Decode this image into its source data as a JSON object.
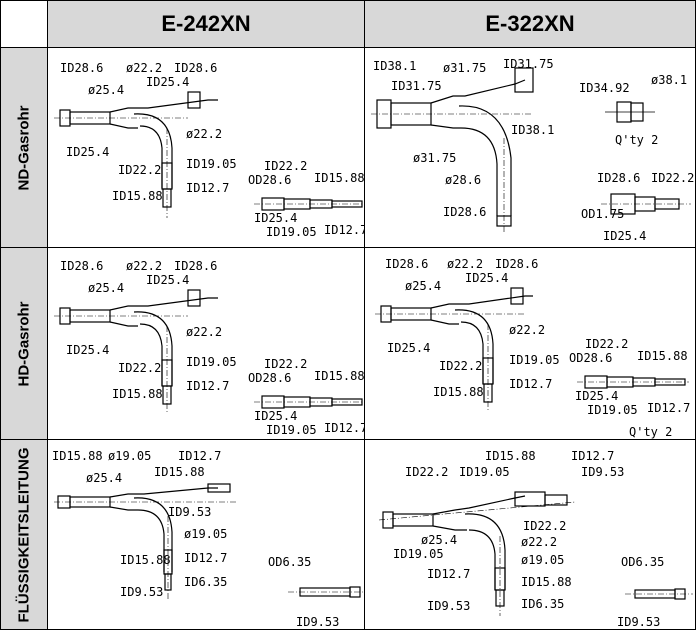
{
  "header": {
    "col1": "E-242XN",
    "col2": "E-322XN"
  },
  "rows": {
    "nd": "ND-Gasrohr",
    "hd": "HD-Gasrohr",
    "fl": "FLÜSSIGKEITSLEITUNG"
  },
  "nd242": {
    "a": "ID28.6",
    "b": "ø22.2",
    "c": "ID28.6",
    "d": "ID25.4",
    "e": "ø25.4",
    "f": "ID25.4",
    "g": "ø22.2",
    "h": "ID22.2",
    "i": "ID19.05",
    "j": "ID15.88",
    "k": "ID12.7",
    "r1": "ID22.2",
    "r2": "OD28.6",
    "r3": "ID15.88",
    "r4": "ID25.4",
    "r5": "ID19.05",
    "r6": "ID12.7"
  },
  "nd322": {
    "a": "ID38.1",
    "b": "ø31.75",
    "c": "ID31.75",
    "d": "ID31.75",
    "e": "ID38.1",
    "f": "ø31.75",
    "g": "ø28.6",
    "h": "ID28.6",
    "p1": "ID34.92",
    "p2": "ø38.1",
    "q": "Q'ty 2",
    "r1": "ID28.6",
    "r2": "ID22.2",
    "r3": "OD1.75",
    "r4": "ID25.4"
  },
  "hd242": {
    "a": "ID28.6",
    "b": "ø22.2",
    "c": "ID28.6",
    "d": "ID25.4",
    "e": "ø25.4",
    "f": "ID25.4",
    "g": "ø22.2",
    "h": "ID22.2",
    "i": "ID19.05",
    "j": "ID15.88",
    "k": "ID12.7",
    "r1": "ID22.2",
    "r2": "OD28.6",
    "r3": "ID15.88",
    "r4": "ID25.4",
    "r5": "ID19.05",
    "r6": "ID12.7"
  },
  "hd322": {
    "a": "ID28.6",
    "b": "ø22.2",
    "c": "ID28.6",
    "d": "ID25.4",
    "e": "ø25.4",
    "f": "ID25.4",
    "g": "ø22.2",
    "h": "ID22.2",
    "i": "ID19.05",
    "j": "ID15.88",
    "k": "ID12.7",
    "r1": "ID22.2",
    "r2": "OD28.6",
    "r3": "ID15.88",
    "r4": "ID25.4",
    "r5": "ID19.05",
    "r6": "ID12.7",
    "q": "Q'ty 2"
  },
  "fl242": {
    "a": "ID15.88",
    "b": "ø19.05",
    "c": "ID12.7",
    "d": "ø25.4",
    "e": "ID15.88",
    "f": "ID9.53",
    "g": "ø19.05",
    "h": "ID15.88",
    "i": "ID12.7",
    "j": "ID6.35",
    "k": "ID9.53",
    "o1": "OD6.35",
    "o2": "ID9.53"
  },
  "fl322": {
    "a": "ID15.88",
    "b": "ID12.7",
    "c": "ID22.2",
    "d": "ID19.05",
    "e": "ID9.53",
    "f": "ID22.2",
    "g": "ø25.4",
    "h": "ø22.2",
    "i": "ID19.05",
    "j": "ø19.05",
    "k": "ID12.7",
    "l": "ID15.88",
    "m": "ID9.53",
    "n": "ID6.35",
    "o1": "OD6.35",
    "o2": "ID9.53"
  }
}
